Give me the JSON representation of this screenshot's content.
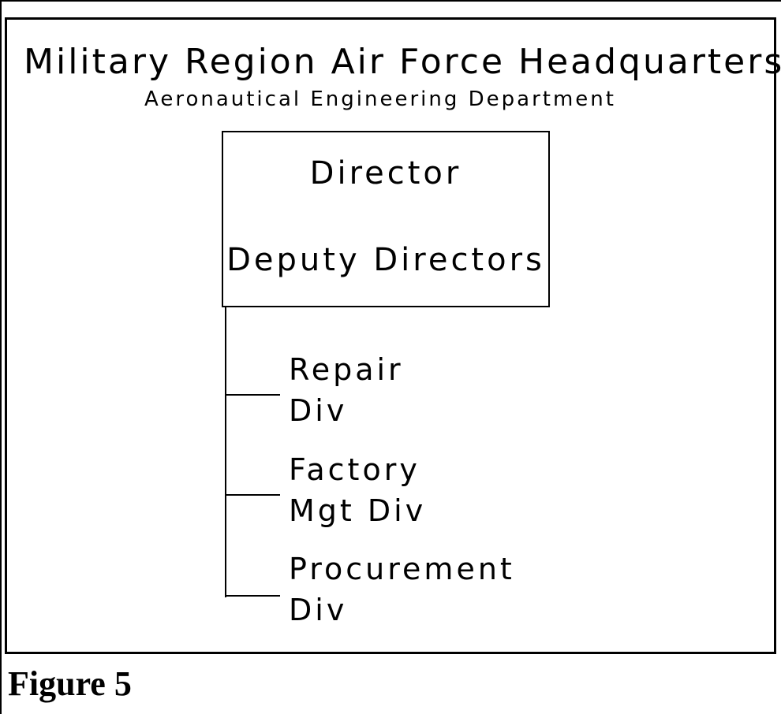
{
  "title": "Military Region Air Force Headquarters",
  "subtitle": "Aeronautical Engineering Department",
  "director_box": {
    "line1": "Director",
    "line2": "Deputy Directors"
  },
  "divisions": [
    {
      "line1": "Repair",
      "line2": "Div"
    },
    {
      "line1": "Factory",
      "line2": "Mgt Div"
    },
    {
      "line1": "Procurement",
      "line2": "Div"
    }
  ],
  "caption": "Figure 5"
}
